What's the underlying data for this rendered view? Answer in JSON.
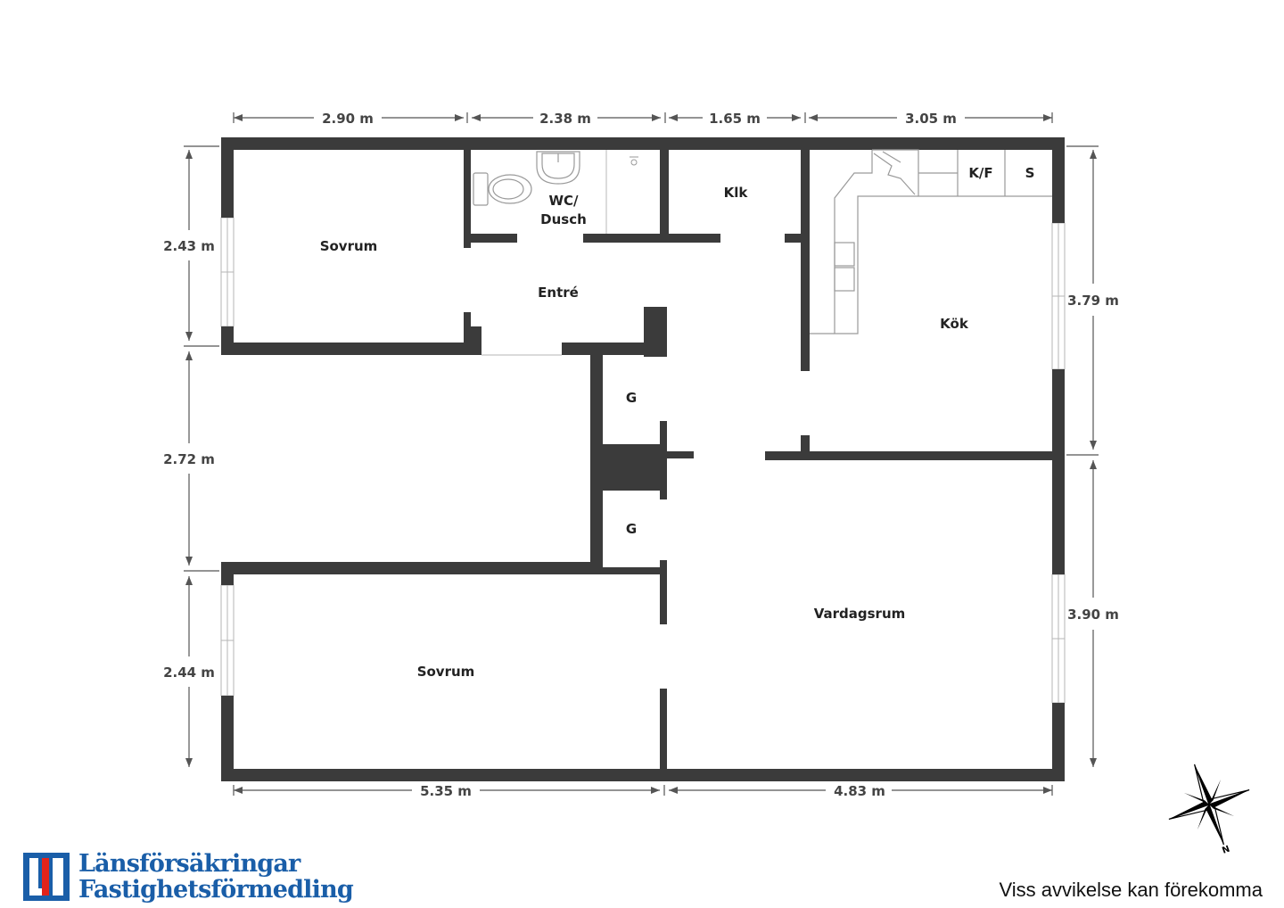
{
  "rooms": {
    "sovrum_top": "Sovrum",
    "wc_line1": "WC/",
    "wc_line2": "Dusch",
    "klk": "Klk",
    "kf": "K/F",
    "s": "S",
    "entre": "Entré",
    "kok": "Kök",
    "g_top": "G",
    "g_bottom": "G",
    "vardagsrum": "Vardagsrum",
    "sovrum_bottom": "Sovrum"
  },
  "dimensions": {
    "top_1": "2.90 m",
    "top_2": "2.38 m",
    "top_3": "1.65 m",
    "top_4": "3.05 m",
    "left_1": "2.43 m",
    "left_2": "2.72 m",
    "left_3": "2.44 m",
    "right_1": "3.79 m",
    "right_2": "3.90 m",
    "bottom_1": "5.35 m",
    "bottom_2": "4.83 m"
  },
  "compass": {
    "north_label": "N"
  },
  "branding": {
    "line1": "Länsförsäkringar",
    "line2": "Fastighetsförmedling"
  },
  "disclaimer": "Viss avvikelse kan förekomma",
  "colors": {
    "wall": "#3b3b3b",
    "brand_blue": "#1a5ea8",
    "brand_red": "#e2231a"
  }
}
